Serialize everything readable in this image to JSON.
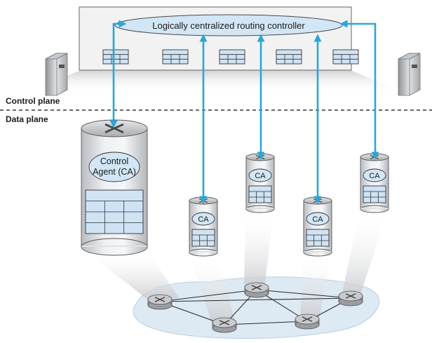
{
  "controller": {
    "label": "Logically centralized routing controller"
  },
  "planes": {
    "control": "Control plane",
    "data": "Data plane"
  },
  "agents": {
    "large_line1": "Control",
    "large_line2": "Agent (CA)",
    "small": "CA"
  },
  "colors": {
    "arrow": "#2aa6d8",
    "controller_fill": "#d2e6f5",
    "table_fill": "#cfe3f4",
    "network_blob": "#dde9f3"
  }
}
